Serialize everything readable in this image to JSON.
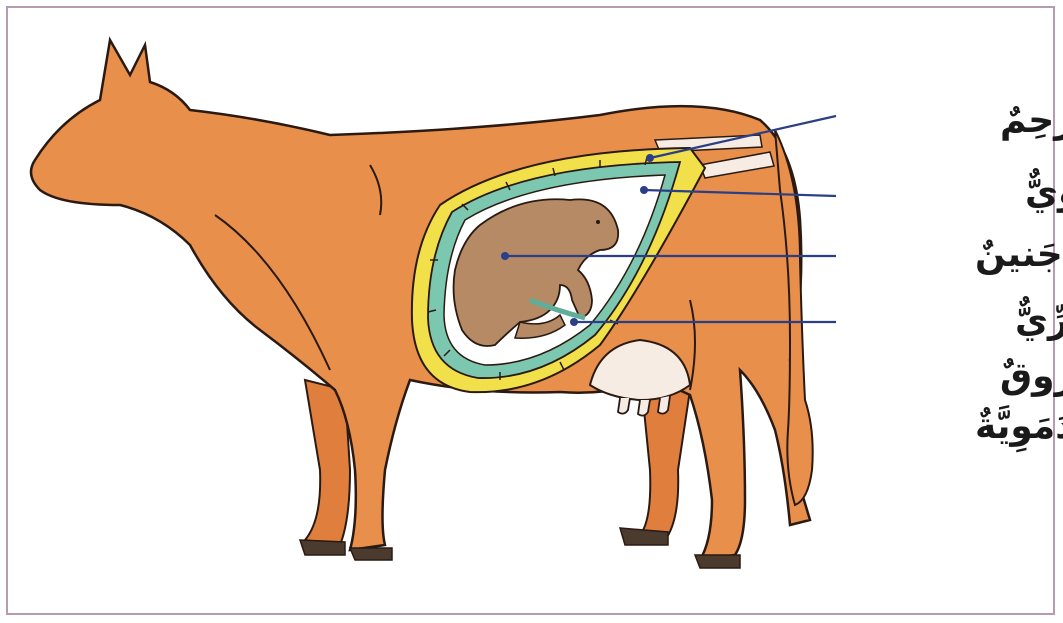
{
  "labels": {
    "uterus": "رَحِمٌ",
    "amniotic_fluid": "سائِلٌ سَلَوِيٌّ",
    "fetus": "جَنينٌ",
    "umbilical_line1": "حَبْلٌ سُرِّيٌّ",
    "umbilical_line2": "بِهِ عُروقٌ",
    "umbilical_line3": "دَمَوِيَّةٌ"
  },
  "colors": {
    "cow_body": "#e98f4c",
    "outline": "#2a1a12",
    "uterus_yellow": "#f2e04a",
    "membrane_teal": "#7cc7b0",
    "fluid_white": "#ffffff",
    "fetus_brown": "#b58a64",
    "udder_pink": "#f7ece4",
    "hoof": "#4b3a2e",
    "pointer_line": "#2b3f86",
    "frame": "#b79bb1"
  }
}
